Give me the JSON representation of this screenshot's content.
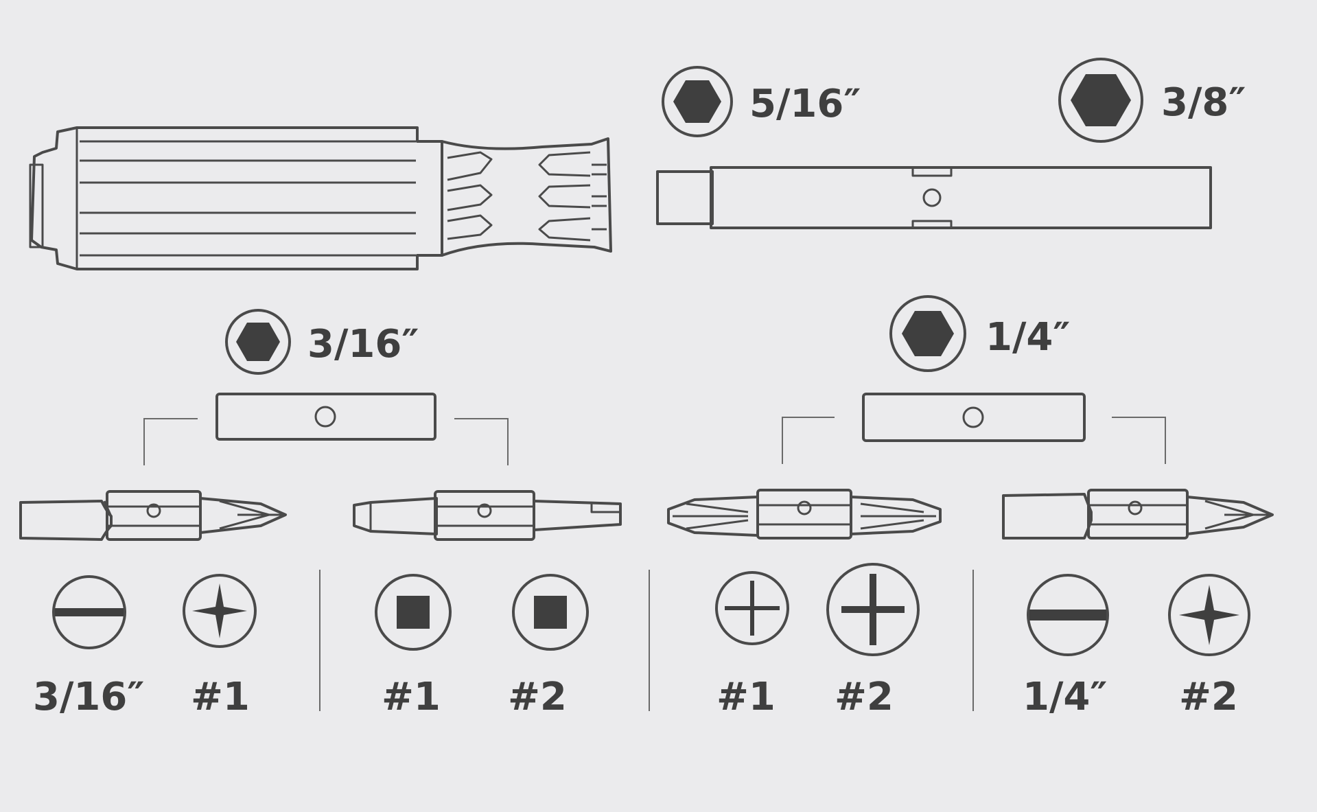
{
  "sizes": {
    "hex_516": "5/16″",
    "hex_38": "3/8″",
    "hex_316": "3/16″",
    "hex_14": "1/4″"
  },
  "bits": {
    "slot_316": "3/16″",
    "phillips_1_a": "#1",
    "square_1": "#1",
    "square_2": "#2",
    "phillips_1_b": "#1",
    "phillips_2_a": "#2",
    "slot_14": "1/4″",
    "phillips_2_b": "#2"
  }
}
